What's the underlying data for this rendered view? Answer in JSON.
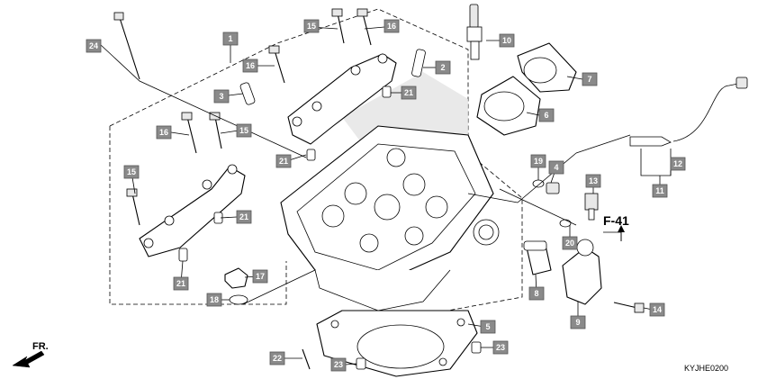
{
  "diagram_code": "KYJHE0200",
  "section_ref": "F-41",
  "front_label": "FR.",
  "callouts": [
    {
      "label": "1"
    },
    {
      "label": "2"
    },
    {
      "label": "3"
    },
    {
      "label": "4"
    },
    {
      "label": "5"
    },
    {
      "label": "6"
    },
    {
      "label": "7"
    },
    {
      "label": "8"
    },
    {
      "label": "9"
    },
    {
      "label": "10"
    },
    {
      "label": "11"
    },
    {
      "label": "12"
    },
    {
      "label": "13"
    },
    {
      "label": "14"
    },
    {
      "label": "15"
    },
    {
      "label": "15"
    },
    {
      "label": "15"
    },
    {
      "label": "16"
    },
    {
      "label": "16"
    },
    {
      "label": "16"
    },
    {
      "label": "16"
    },
    {
      "label": "17"
    },
    {
      "label": "18"
    },
    {
      "label": "19"
    },
    {
      "label": "20"
    },
    {
      "label": "21"
    },
    {
      "label": "21"
    },
    {
      "label": "21"
    },
    {
      "label": "21"
    },
    {
      "label": "22"
    },
    {
      "label": "23"
    },
    {
      "label": "23"
    },
    {
      "label": "24"
    }
  ]
}
